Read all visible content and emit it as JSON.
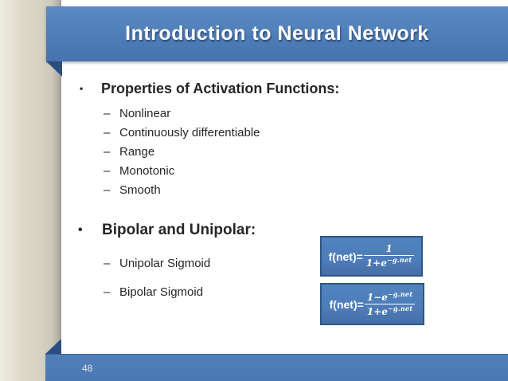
{
  "slide": {
    "title": "Introduction to Neural Network",
    "page_number": "48",
    "bullet_char": "•",
    "dash_char": "–",
    "colors": {
      "ribbon_blue": "#4e7db8",
      "fold_navy": "#2b4d80",
      "formula_box_fill": "#4d7db9",
      "formula_box_border": "#2e5688",
      "page_edge_beige": "#d5d2c3",
      "body_text": "#262626",
      "title_text": "#fdfdfd"
    },
    "bullets": [
      {
        "label": "Properties of Activation Functions:",
        "items": [
          "Nonlinear",
          "Continuously differentiable",
          "Range",
          "Monotonic",
          "Smooth"
        ]
      },
      {
        "label": "Bipolar and Unipolar:",
        "items": [
          "Unipolar Sigmoid",
          "Bipolar Sigmoid"
        ]
      }
    ],
    "formulas": {
      "unipolar": {
        "lhs": "f(net)=",
        "numerator": "1",
        "denominator_base": "1+e",
        "denominator_exponent": "−g.net"
      },
      "bipolar": {
        "lhs": "f(net)=",
        "numerator_base": "1−e",
        "numerator_exponent": "−g.net",
        "denominator_base": "1+e",
        "denominator_exponent": "−g.net"
      }
    }
  }
}
